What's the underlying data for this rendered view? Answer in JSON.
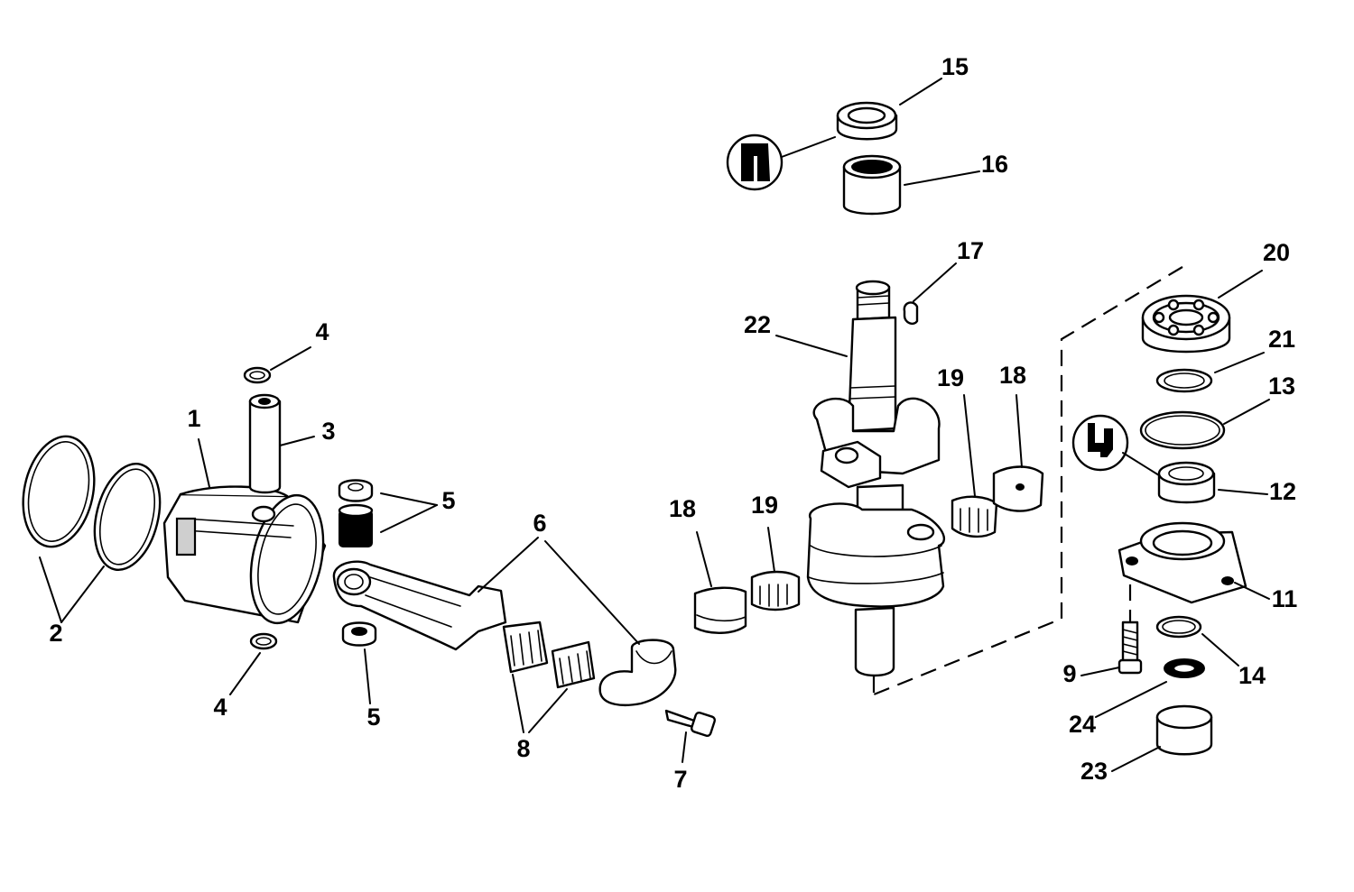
{
  "callouts": {
    "c1": "1",
    "c2": "2",
    "c3": "3",
    "c4a": "4",
    "c4b": "4",
    "c5a": "5",
    "c5b": "5",
    "c6": "6",
    "c7": "7",
    "c8": "8",
    "c9": "9",
    "c11": "11",
    "c12": "12",
    "c13": "13",
    "c14": "14",
    "c15": "15",
    "c16": "16",
    "c17": "17",
    "c18a": "18",
    "c18b": "18",
    "c19a": "19",
    "c19b": "19",
    "c20": "20",
    "c21": "21",
    "c22": "22",
    "c23": "23",
    "c24": "24"
  },
  "symbols": {
    "sealant_badge": "sealant-icon",
    "lubricant_badge": "lubricant-icon"
  }
}
